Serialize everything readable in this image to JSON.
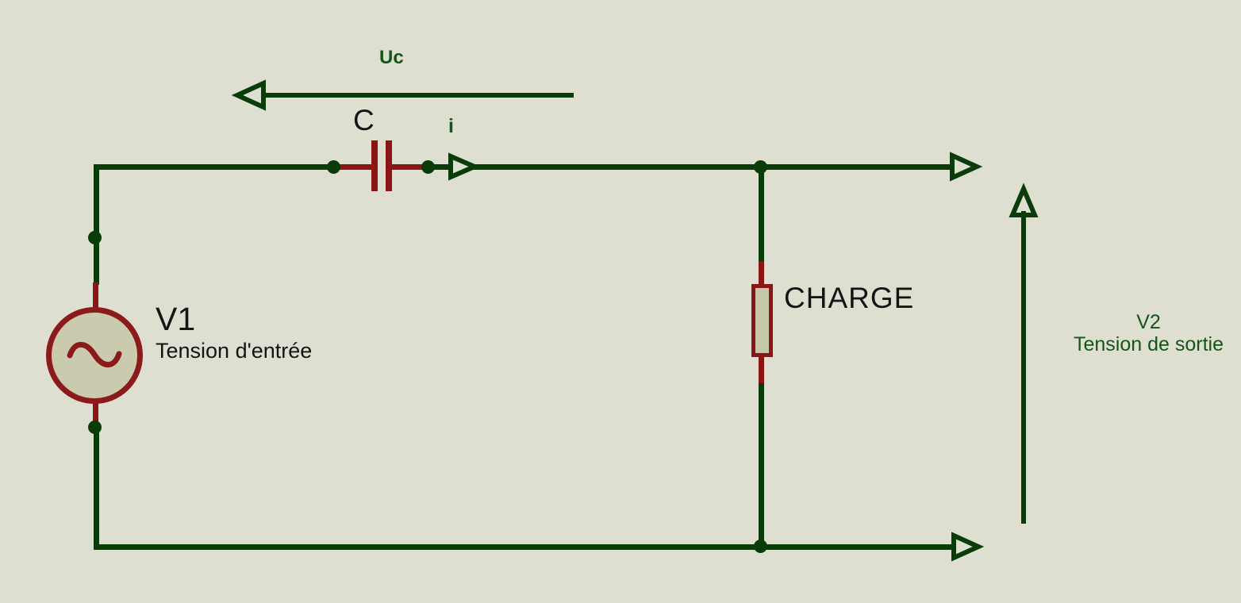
{
  "diagram": {
    "type": "circuit-schematic",
    "background_color": "#dedfd1",
    "colors": {
      "wire_green": "#0a3c0a",
      "component_red": "#8b1414",
      "component_fill": "#cacaae",
      "annotation_green": "#135617",
      "text_black": "#141414"
    }
  },
  "labels": {
    "capacitor_voltage": "Uc",
    "capacitor_ref": "C",
    "current": "i",
    "source_ref": "V1",
    "source_description": "Tension d'entrée",
    "load_ref": "CHARGE",
    "output_ref": "V2",
    "output_description": "Tension de sortie"
  },
  "components": [
    {
      "ref": "V1",
      "type": "ac-voltage-source",
      "description": "Tension d'entrée"
    },
    {
      "ref": "C",
      "type": "capacitor"
    },
    {
      "ref": "CHARGE",
      "type": "load-resistor"
    }
  ],
  "annotations": [
    {
      "name": "Uc",
      "kind": "voltage-arrow",
      "direction": "left"
    },
    {
      "name": "i",
      "kind": "current-arrow",
      "direction": "right"
    },
    {
      "name": "V2",
      "kind": "voltage-arrow",
      "direction": "up",
      "description": "Tension de sortie"
    }
  ]
}
